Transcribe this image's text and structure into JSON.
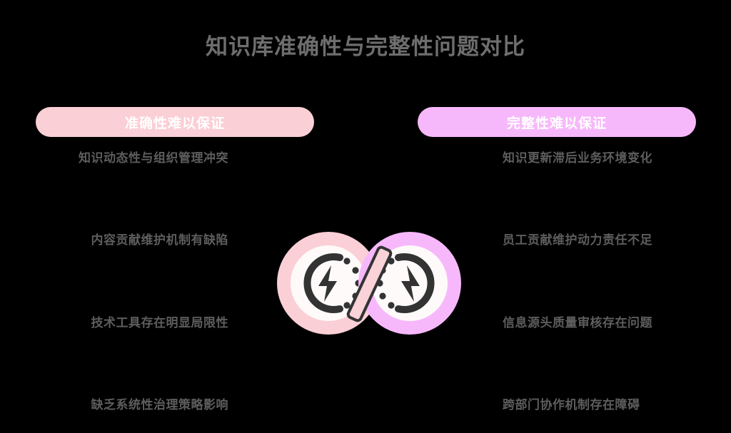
{
  "page": {
    "title": "知识库准确性与完整性问题对比",
    "background_color": "#000000",
    "title_color": "#6e6e6e"
  },
  "columns": {
    "left": {
      "header_label": "准确性难以保证",
      "header_color": "#fbcfd6",
      "header_text_color": "#ffffff",
      "items": [
        "知识动态性与组织管理冲突",
        "内容贡献维护机制有缺陷",
        "技术工具存在明显局限性",
        "缺乏系统性治理策略影响"
      ]
    },
    "right": {
      "header_label": "完整性难以保证",
      "header_color": "#f7b8fb",
      "header_text_color": "#ffffff",
      "items": [
        "知识更新滞后业务环境变化",
        "员工贡献维护动力责任不足",
        "信息源头质量审核存在问题",
        "跨部门协作机制存在障碍"
      ]
    }
  },
  "emblem": {
    "left_circle_color": "#fbcfd6",
    "right_circle_color": "#f7b8fb",
    "inner_disc_color": "#fffafa",
    "glyph_color": "#333333",
    "slash_color": "#f9d3d8",
    "left_icon_name": "lightning-arc-dots-icon",
    "right_icon_name": "lightning-arc-dots-mirrored-icon",
    "connector_name": "diagonal-slash"
  },
  "item_text_color": "#5d5d5d"
}
